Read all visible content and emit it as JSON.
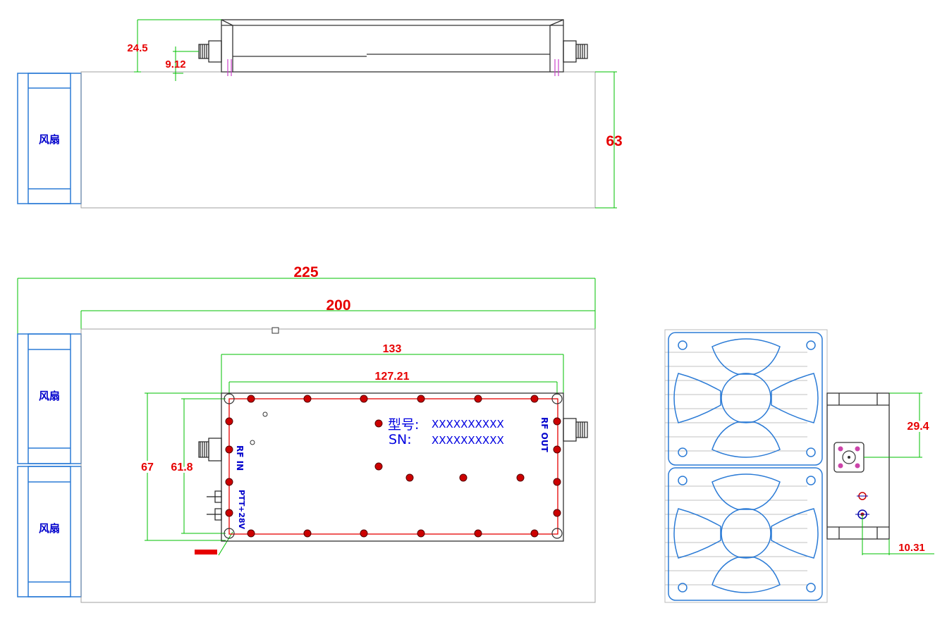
{
  "colors": {
    "dimension": "#e60000",
    "dimension_line": "#00c000",
    "fan_outline": "#2b7bd6",
    "label_blue": "#0000cc",
    "body_outline": "#999999",
    "module_outline": "#e60000",
    "screw": "#cc0000"
  },
  "side_view": {
    "fan_label": "风扇",
    "dim_height_total": "24.5",
    "dim_connector": "9.12",
    "dim_body_height": "63"
  },
  "top_view": {
    "dim_overall_length": "225",
    "dim_body_length": "200",
    "dim_module_length": "133",
    "dim_mount_pitch_x": "127.21",
    "dim_module_width": "67",
    "dim_mount_pitch_y": "61.8",
    "fan_label_1": "风扇",
    "fan_label_2": "风扇",
    "model_label": "型号:",
    "model_value": "XXXXXXXXXX",
    "sn_label": "SN:",
    "sn_value": "XXXXXXXXXX",
    "rf_in": "RF IN",
    "rf_out": "RF OUT",
    "ptt": "PTT",
    "power": "+28V"
  },
  "end_view": {
    "dim_connector_height": "29.4",
    "dim_offset": "10.31"
  }
}
